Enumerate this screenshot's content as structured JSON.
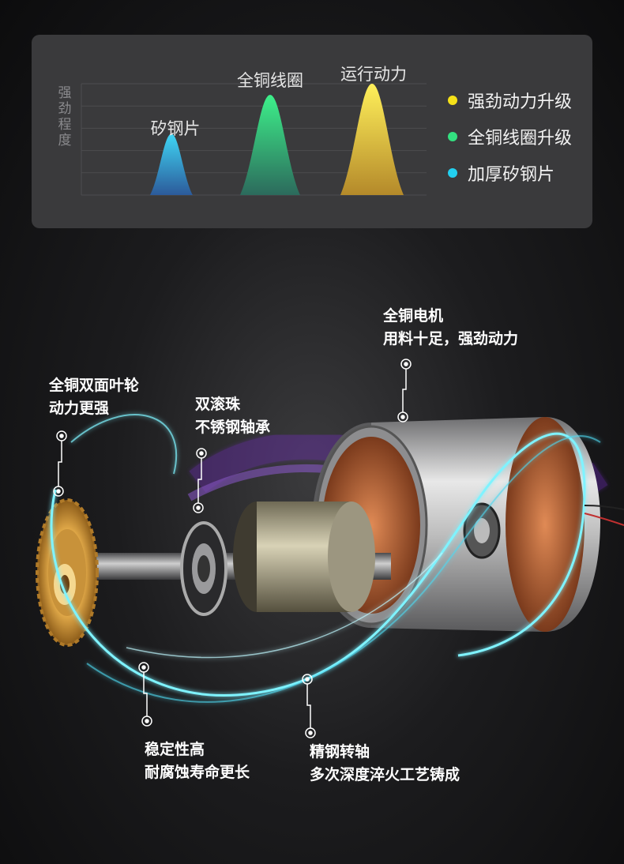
{
  "chart_data": {
    "type": "area",
    "ylabel": "强劲程度",
    "categories": [
      "矽钢片",
      "全铜线圈",
      "运行动力"
    ],
    "values": [
      0.55,
      0.9,
      1.0
    ],
    "colors": [
      {
        "top": "#3fd6f5",
        "bottom": "#2c5a9a"
      },
      {
        "top": "#3df08a",
        "bottom": "#2c6a5c"
      },
      {
        "top": "#fff05a",
        "bottom": "#b4892a"
      }
    ],
    "grid": true
  },
  "legend": [
    {
      "label": "强劲动力升级",
      "color": "#f5e118"
    },
    {
      "label": "全铜线圈升级",
      "color": "#33e080"
    },
    {
      "label": "加厚矽钢片",
      "color": "#22d0f0"
    }
  ],
  "callouts": {
    "motor": {
      "line1": "全铜电机",
      "line2": "用料十足，强劲动力"
    },
    "impeller": {
      "line1": "全铜双面叶轮",
      "line2": "动力更强"
    },
    "bearing": {
      "line1": "双滚珠",
      "line2": "不锈钢轴承"
    },
    "stability": {
      "line1": "稳定性高",
      "line2": "耐腐蚀寿命更长"
    },
    "shaft": {
      "line1": "精钢转轴",
      "line2": "多次深度淬火工艺铸成"
    }
  },
  "colors": {
    "glow": "#7ff3ff",
    "accent_purple": "#8a3ad8",
    "copper": "#c06a3a"
  }
}
